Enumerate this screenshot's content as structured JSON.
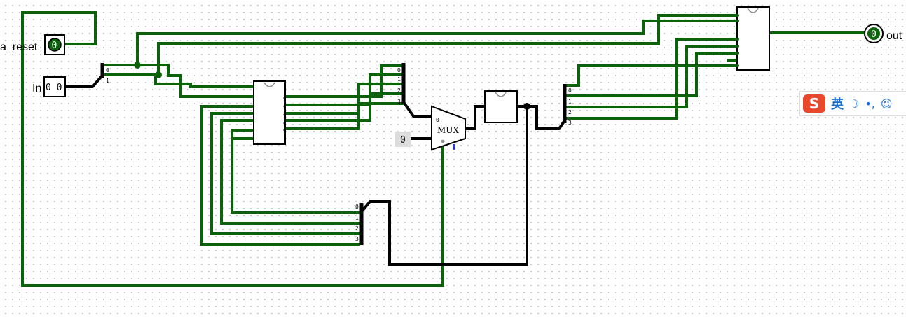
{
  "circuit": {
    "reset_pin": {
      "label": "a_reset",
      "value": "0"
    },
    "input_pin": {
      "label": "In",
      "value": "0 0"
    },
    "output_pin": {
      "label": "out",
      "value": "0"
    },
    "constant": {
      "value": "0"
    },
    "mux": {
      "label": "MUX",
      "select_value": "0"
    },
    "splitter_labels": {
      "input_split": [
        "0",
        "1"
      ],
      "mux_split": [
        "0",
        "1",
        "2",
        "3"
      ],
      "feedback_split": [
        "0",
        "1",
        "2",
        "3"
      ],
      "output_split": [
        "0",
        "1",
        "2",
        "3"
      ]
    }
  },
  "ime_toolbar": {
    "logo": "S",
    "language": "英",
    "icons": [
      "moon-icon",
      "punctuation-icon",
      "emoji-icon"
    ]
  },
  "colors": {
    "wire_active": "#0b620b",
    "wire_bus": "#000000",
    "ime_logo": "#e8482b",
    "ime_accent": "#1a6fd6"
  }
}
